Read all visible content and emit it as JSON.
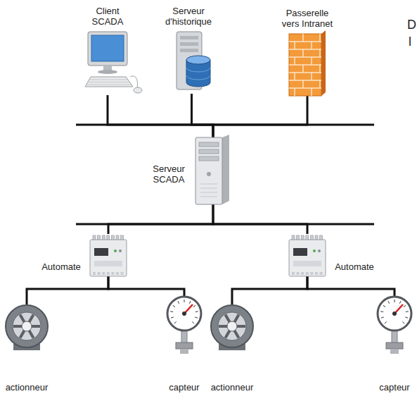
{
  "diagram": {
    "nodes": [
      {
        "text": [
          "Client SCADA"
        ]
      },
      {
        "text": [
          "Serveur d'historique"
        ]
      },
      {
        "text": [
          "Passerelle vers Intranet"
        ]
      },
      {
        "text": [
          "Serveur SCADA"
        ]
      },
      {
        "text": [
          "Automate"
        ]
      },
      {
        "text": [
          "Automate"
        ]
      },
      {
        "text": [
          "actionneur"
        ]
      },
      {
        "text": [
          "capteur"
        ]
      },
      {
        "text": [
          "actionneur"
        ]
      },
      {
        "text": [
          "capteur"
        ]
      }
    ],
    "edges": [
      {
        "from": 0,
        "to": 3,
        "arrow": "none"
      },
      {
        "from": 1,
        "to": 3,
        "arrow": "none"
      },
      {
        "from": 2,
        "to": 3,
        "arrow": "none"
      },
      {
        "from": 3,
        "to": 4,
        "arrow": "none"
      },
      {
        "from": 3,
        "to": 5,
        "arrow": "none"
      },
      {
        "from": 4,
        "to": 6,
        "arrow": "none"
      },
      {
        "from": 4,
        "to": 7,
        "arrow": "none"
      },
      {
        "from": 5,
        "to": 8,
        "arrow": "none"
      },
      {
        "from": 5,
        "to": 9,
        "arrow": "none"
      }
    ],
    "labels": [
      "D",
      "l"
    ]
  }
}
